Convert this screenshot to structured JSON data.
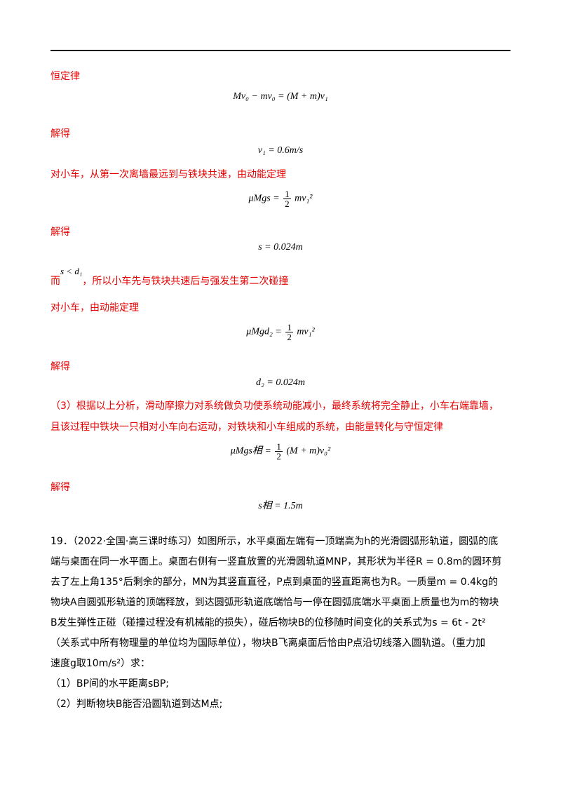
{
  "s1": {
    "label": "恒定律",
    "eq": "Mv₀ − mv₀ = (M + m)v₁"
  },
  "s2": {
    "label": "解得",
    "eq": "v₁ = 0.6m/s"
  },
  "s3": {
    "label": "对小车，从第一次离墙最远到与铁块共速，由动能定理",
    "eq_left": "μMgs =",
    "eq_num": "1",
    "eq_den": "2",
    "eq_right": "mv₁²"
  },
  "s4": {
    "label": "解得",
    "eq": "s = 0.024m"
  },
  "s5": {
    "prefix": "而",
    "math": "s < d₁",
    "text": "，所以小车先与铁块共速后与强发生第二次碰撞"
  },
  "s6": {
    "label": "对小车，由动能定理",
    "eq_left": "μMgd₂ =",
    "eq_num": "1",
    "eq_den": "2",
    "eq_right": "mv₁²"
  },
  "s7": {
    "label": "解得",
    "eq": "d₂ = 0.024m"
  },
  "s8": {
    "line1": "（3）根据以上分析，滑动摩擦力对系统做负功使系统动能减小，最终系统将完全静止，小车右端靠墙，",
    "line2": "且该过程中铁块一只相对小车向右运动，对铁块和小车组成的系统，由能量转化与守恒定律",
    "eq_left": "μMgs相 =",
    "eq_num": "1",
    "eq_den": "2",
    "eq_right": "(M + m)v₀²"
  },
  "s9": {
    "label": "解得",
    "eq": "s相 = 1.5m"
  },
  "q19": {
    "l1": "19．（2022·全国·高三课时练习）如图所示，水平桌面左端有一顶端高为h的光滑圆弧形轨道，圆弧的底",
    "l2": "端与桌面在同一水平面上。桌面右侧有一竖直放置的光滑圆轨道MNP，其形状为半径R = 0.8m的圆环剪",
    "l3": "去了左上角135°后剩余的部分，MN为其竖直直径，P点到桌面的竖直距离也为R。一质量m = 0.4kg的",
    "l4": "物块A自圆弧形轨道的顶端释放，到达圆弧形轨道底端恰与一停在圆弧底端水平桌面上质量也为m的物块",
    "l5": "B发生弹性正碰（碰撞过程没有机械能的损失），碰后物块B的位移随时间变化的关系式为s = 6t - 2t²",
    "l6": "（关系式中所有物理量的单位均为国际单位），物块B飞离桌面后恰由P点沿切线落入圆轨道。（重力加",
    "l7": "速度g取10m/s²）求：",
    "l8": "（1）BP间的水平距离sBP;",
    "l9": "（2）判断物块B能否沿圆轨道到达M点;"
  }
}
